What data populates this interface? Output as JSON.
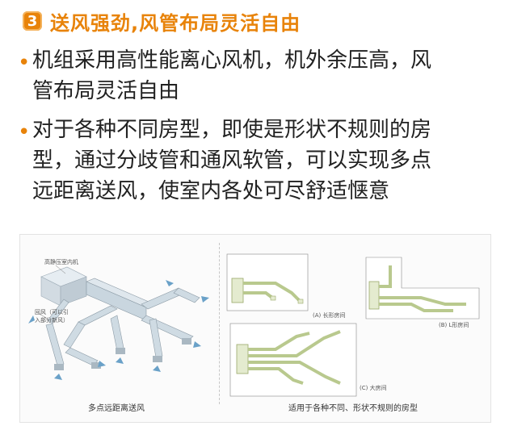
{
  "section": {
    "number": "3",
    "title": "送风强劲,风管布局灵活自由"
  },
  "bullets": [
    {
      "line1": "机组采用高性能离心风机，机外余压高，风",
      "line2": "管布局灵活自由"
    },
    {
      "line1": "对于各种不同房型，即使是形状不规则的房",
      "line2": "型，通过分歧管和通风软管，可以实现多点",
      "line3": "远距离送风，使室内各处可尽舒适惬意"
    }
  ],
  "figure": {
    "left": {
      "unit_label": "高静压室内机",
      "return_label_1": "回风（可以引",
      "return_label_2": "入部分新风）",
      "caption": "多点远距离送风"
    },
    "right": {
      "label_a": "(A) 长形房间",
      "label_b": "(B) L形房间",
      "label_c": "(C) 大房间",
      "caption": "适用于各种不同、形状不规则的房型"
    }
  },
  "colors": {
    "accent": "#e8830a",
    "duct": "#c9d6df",
    "pipe": "#b9c98e",
    "pipe_fill": "#e4ebcf",
    "arrow": "#6aa1c8"
  }
}
